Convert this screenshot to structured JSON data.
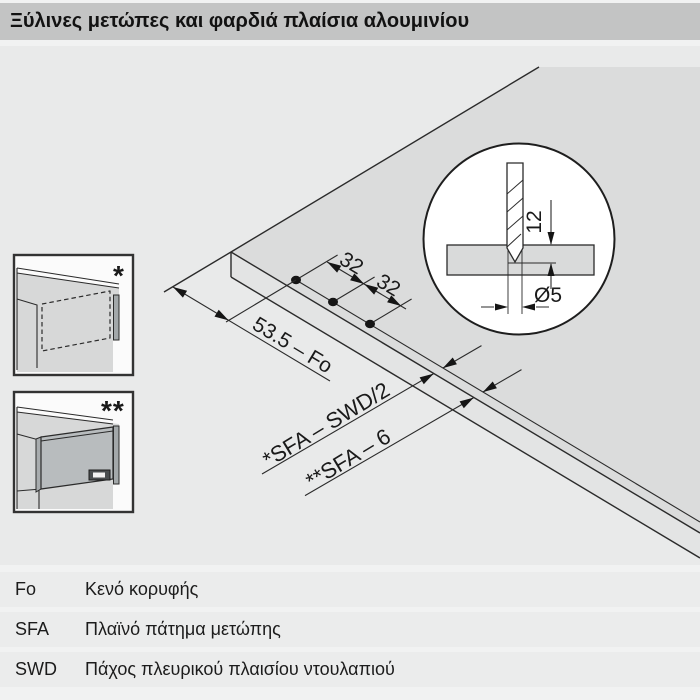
{
  "header": {
    "title": "Ξύλινες μετώπες και φαρδιά πλαίσια αλουμινίου"
  },
  "diagram": {
    "hole_spacing_1": "32",
    "hole_spacing_2": "32",
    "top_edge_distance": "53.5 – Fo",
    "overlay_front_distance": "*SFA – SWD/2",
    "aluminium_frame_distance": "**SFA – 6",
    "drill_depth": "12",
    "drill_diameter": "Ø5",
    "overlay_marker": "*",
    "inset_marker": "**"
  },
  "legend": {
    "rows": [
      {
        "abbr": "Fo",
        "text": "Κενό κορυφής"
      },
      {
        "abbr": "SFA",
        "text": "Πλαϊνό πάτημα μετώπης"
      },
      {
        "abbr": "SWD",
        "text": "Πάχος πλευρικού πλαισίου ντουλαπιού"
      }
    ]
  },
  "colors": {
    "header_bg": "#c3c4c4",
    "diagram_bg": "#e9eaea",
    "panel_top": "#dbdcdc",
    "panel_front": "#e3e4e4",
    "line": "#2b2b2b",
    "row_bg": "#ebecec"
  }
}
